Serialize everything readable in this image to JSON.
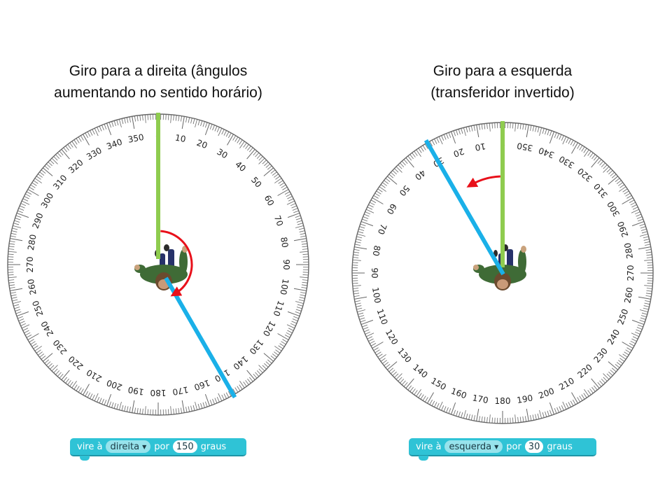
{
  "panels": [
    {
      "id": "left",
      "title_line1": "Giro para a direita (ângulos",
      "title_line2": "aumentando no sentido horário)",
      "protractor_direction": "clockwise",
      "labels_inverted": false,
      "turn_angle_deg": 150,
      "turn_direction": "clockwise",
      "block": {
        "verb": "vire à",
        "direction": "direita",
        "connector": "por",
        "value": "150",
        "unit": "graus"
      }
    },
    {
      "id": "right",
      "title_line1": "Giro para a esquerda",
      "title_line2": "(transferidor invertido)",
      "protractor_direction": "counterclockwise",
      "labels_inverted": true,
      "turn_angle_deg": 30,
      "turn_direction": "counterclockwise",
      "block": {
        "verb": "vire à",
        "direction": "esquerda",
        "connector": "por",
        "value": "30",
        "unit": "graus"
      }
    }
  ],
  "tick_labels": [
    "0",
    "10",
    "20",
    "30",
    "40",
    "50",
    "60",
    "70",
    "80",
    "90",
    "100",
    "110",
    "120",
    "130",
    "140",
    "150",
    "160",
    "170",
    "180",
    "190",
    "200",
    "210",
    "220",
    "230",
    "240",
    "250",
    "260",
    "270",
    "280",
    "290",
    "300",
    "310",
    "320",
    "330",
    "340",
    "350"
  ],
  "colors": {
    "start_line": "#8fcc4f",
    "end_line": "#1ab0e8",
    "turn_arrow": "#e8101a",
    "ticks": "#666666",
    "block_bg": "#2fc3d6",
    "block_field": "#97e3ec",
    "block_text": "#ffffff",
    "block_field_text": "#1a3a44"
  },
  "icons": [
    "person-top-view-icon",
    "dropdown-arrow-icon"
  ]
}
